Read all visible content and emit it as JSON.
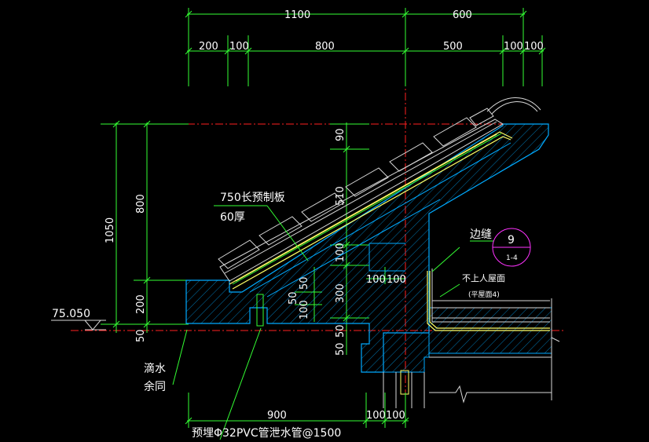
{
  "dimensions": {
    "top_overall": [
      "1100",
      "600"
    ],
    "top_detail": [
      "200",
      "100",
      "800",
      "500",
      "100",
      "100"
    ],
    "left_outer": "1050",
    "left_inner": [
      "800",
      "200"
    ],
    "left_bottom": "50",
    "center_vertical": [
      "90",
      "510",
      "100",
      "300",
      "50"
    ],
    "inner_small": [
      "50",
      "100"
    ],
    "horizontal_inner": [
      "100",
      "100"
    ],
    "bottom": [
      "900",
      "100",
      "100"
    ]
  },
  "elevation": "75.050",
  "labels": {
    "panel_line1": "750长预制板",
    "panel_line2": "60厚",
    "drip_line1": "滴水",
    "drip_line2": "余同",
    "pipe": "预埋Φ32PVC管泄水管@1500",
    "edge_seam": "边缝",
    "callout_number": "9",
    "callout_sheet": "1-4",
    "roof_note": "不上人屋面",
    "roof_note_sub": "(平屋面4)"
  },
  "colors": {
    "dimension": "#33ff33",
    "axis": "#ff2020",
    "concrete": "#00aaff",
    "tiles": "#d8d8d8",
    "rebar": "#ffff66",
    "callout": "#ff33ff",
    "background": "#000000"
  }
}
